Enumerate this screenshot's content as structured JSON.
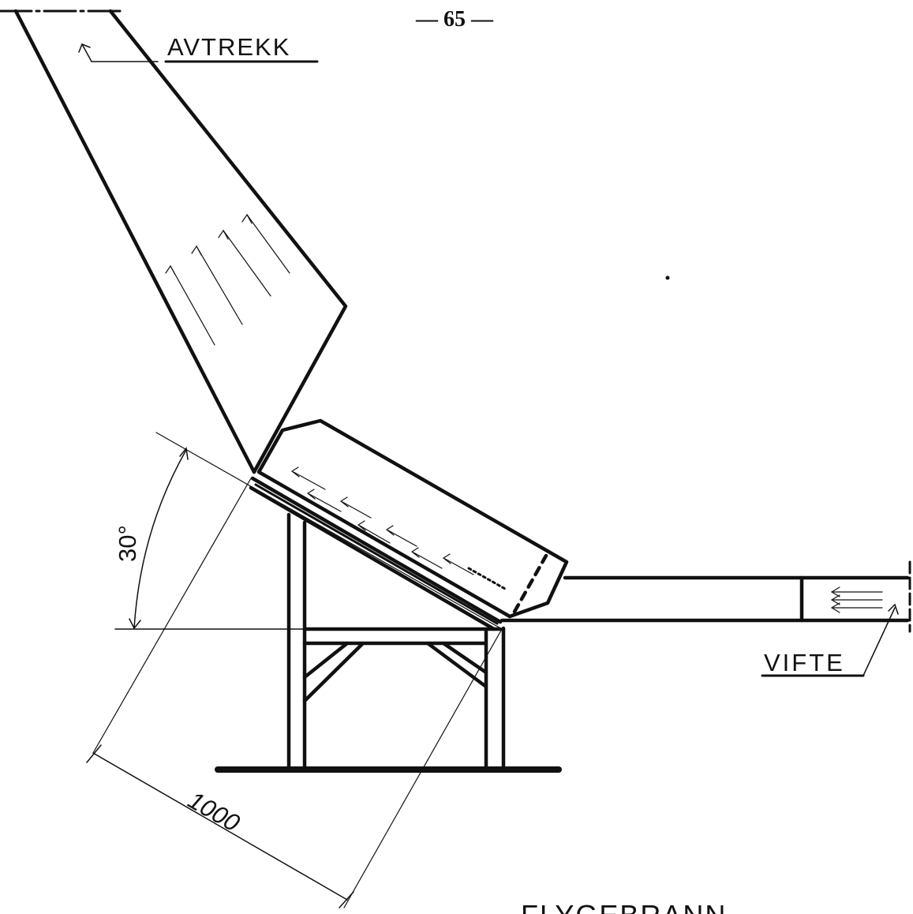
{
  "page_number": "— 65 —",
  "labels": {
    "exhaust": "AVTREKK",
    "fan": "VIFTE",
    "angle": "30°",
    "length": "1000",
    "title": "FLYGEBRANN"
  }
}
